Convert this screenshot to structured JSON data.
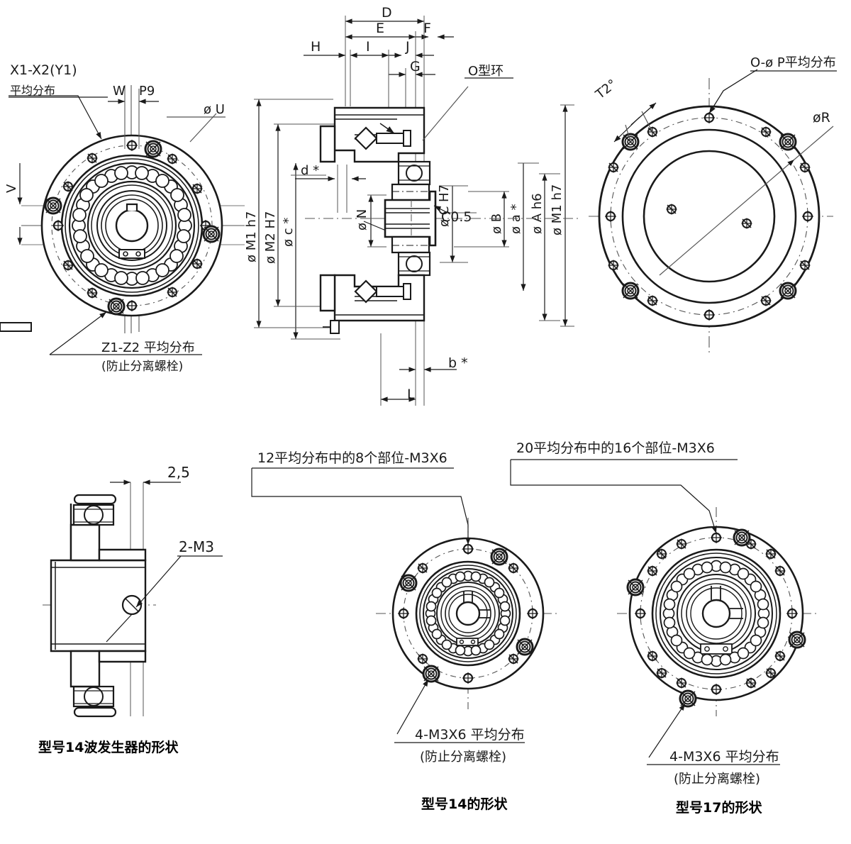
{
  "drawing": {
    "title": "Harmonic drive gear unit assembly drawing",
    "line_color": "#1a1a1a",
    "thin_color": "#555555",
    "background": "#ffffff"
  },
  "view_front_left": {
    "name": "front-view-left",
    "labels": {
      "bolt_circle": "X1-X2(Y1)",
      "bolt_circle_note": "平均分布",
      "dim_w": "W",
      "dim_p9": "P9",
      "dim_v": "V",
      "dia_u": "ø U",
      "anti_sep": "Z1-Z2  平均分布",
      "anti_sep_note": "(防止分离螺栓)"
    }
  },
  "view_section": {
    "name": "cross-section-view",
    "horizontal_dims": [
      "D",
      "E",
      "F",
      "G",
      "H",
      "I",
      "J"
    ],
    "vertical_dims": [
      "ø M1 h7",
      "ø M2 H7",
      "ø c *",
      "ø N",
      "ø C H7",
      "ø B",
      "ø a *",
      "ø A h6",
      "ø M1 h7"
    ],
    "labels": {
      "o_ring": "O型环",
      "dim_d": "d *",
      "chamfer": "C0.5",
      "dim_b": "b *",
      "dim_l": "L"
    }
  },
  "view_front_right": {
    "name": "front-view-right",
    "labels": {
      "holes": "O-ø  P平均分布",
      "angle": "T2°",
      "dia_r": "øR"
    }
  },
  "view_wave_generator": {
    "name": "wave-generator-view",
    "labels": {
      "dim_25": "2,5",
      "thread": "2-M3"
    },
    "caption": "型号14波发生器的形状"
  },
  "view_model_14": {
    "name": "model-14-view",
    "labels": {
      "top_note": "12平均分布中的8个部位-M3X6",
      "bottom_note": "4-M3X6  平均分布",
      "bottom_note_2": "(防止分离螺栓)"
    },
    "caption": "型号14的形状"
  },
  "view_model_17": {
    "name": "model-17-view",
    "labels": {
      "top_note": "20平均分布中的16个部位-M3X6",
      "bottom_note": "4-M3X6  平均分布",
      "bottom_note_2": "(防止分离螺栓)"
    },
    "caption": "型号17的形状"
  }
}
